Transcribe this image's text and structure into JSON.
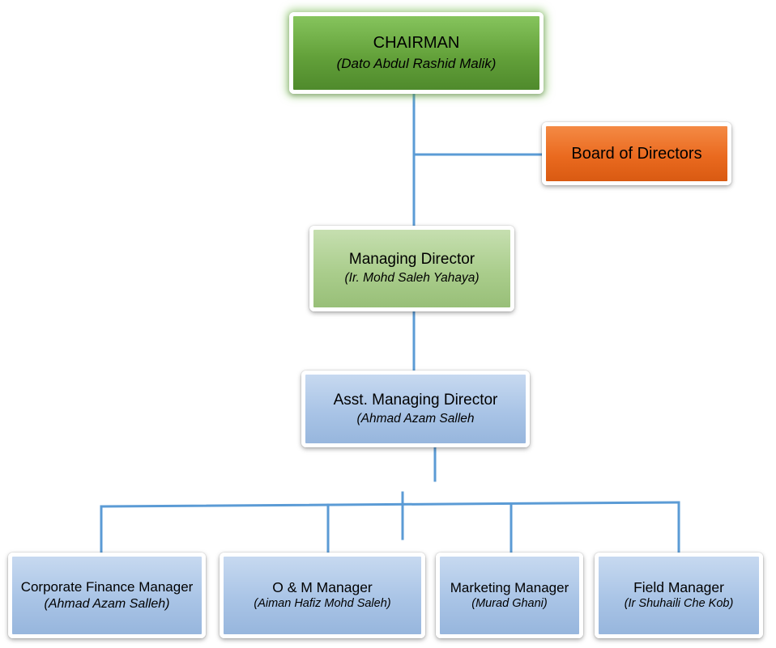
{
  "colors": {
    "connector": "#5b9bd5",
    "chairman": "#63a13a",
    "board": "#ea6a1f",
    "managing_director": "#aacd8c",
    "staff": "#a9c4e6"
  },
  "org": {
    "chairman": {
      "title": "CHAIRMAN",
      "name": "(Dato Abdul Rashid Malik)"
    },
    "board": {
      "title": "Board of Directors"
    },
    "managing_director": {
      "title": "Managing Director",
      "name": "(Ir. Mohd Saleh Yahaya)"
    },
    "asst_managing_director": {
      "title": "Asst. Managing Director",
      "name": "(Ahmad Azam Salleh"
    },
    "managers": [
      {
        "title": "Corporate Finance Manager",
        "name": "(Ahmad Azam Salleh)"
      },
      {
        "title": "O & M Manager",
        "name": "(Aiman Hafiz Mohd Saleh)"
      },
      {
        "title": "Marketing Manager",
        "name": "(Murad Ghani)"
      },
      {
        "title": "Field Manager",
        "name": "(Ir Shuhaili Che Kob)"
      }
    ]
  }
}
